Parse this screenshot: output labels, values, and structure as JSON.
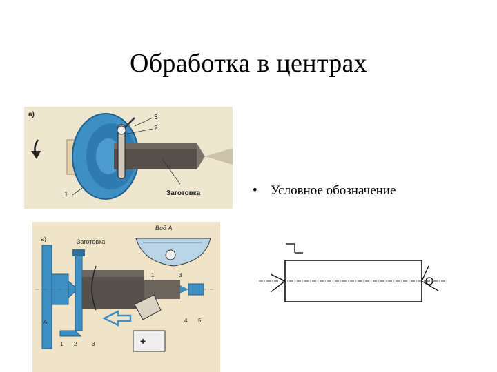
{
  "slide": {
    "title": "Обработка в центрах",
    "bullet_text": "Условное обозначение",
    "bullet_marker": "•"
  },
  "figure_a": {
    "label": "а)",
    "callouts": [
      "3",
      "2",
      "1"
    ],
    "workpiece_label": "Заготовка"
  },
  "figure_b": {
    "label": "а)",
    "workpiece_label": "Заготовка",
    "view_label": "Вид А",
    "letter": "А",
    "callouts": [
      "1",
      "2",
      "3",
      "1",
      "3",
      "4",
      "5"
    ],
    "plus_sign": "+"
  },
  "colors": {
    "accent": "#3d8fc4",
    "workpiece": "#55504a",
    "paper": "#efe6cf"
  },
  "icons": [
    "rotation-arrow-icon",
    "feed-direction-arrow-icon"
  ]
}
